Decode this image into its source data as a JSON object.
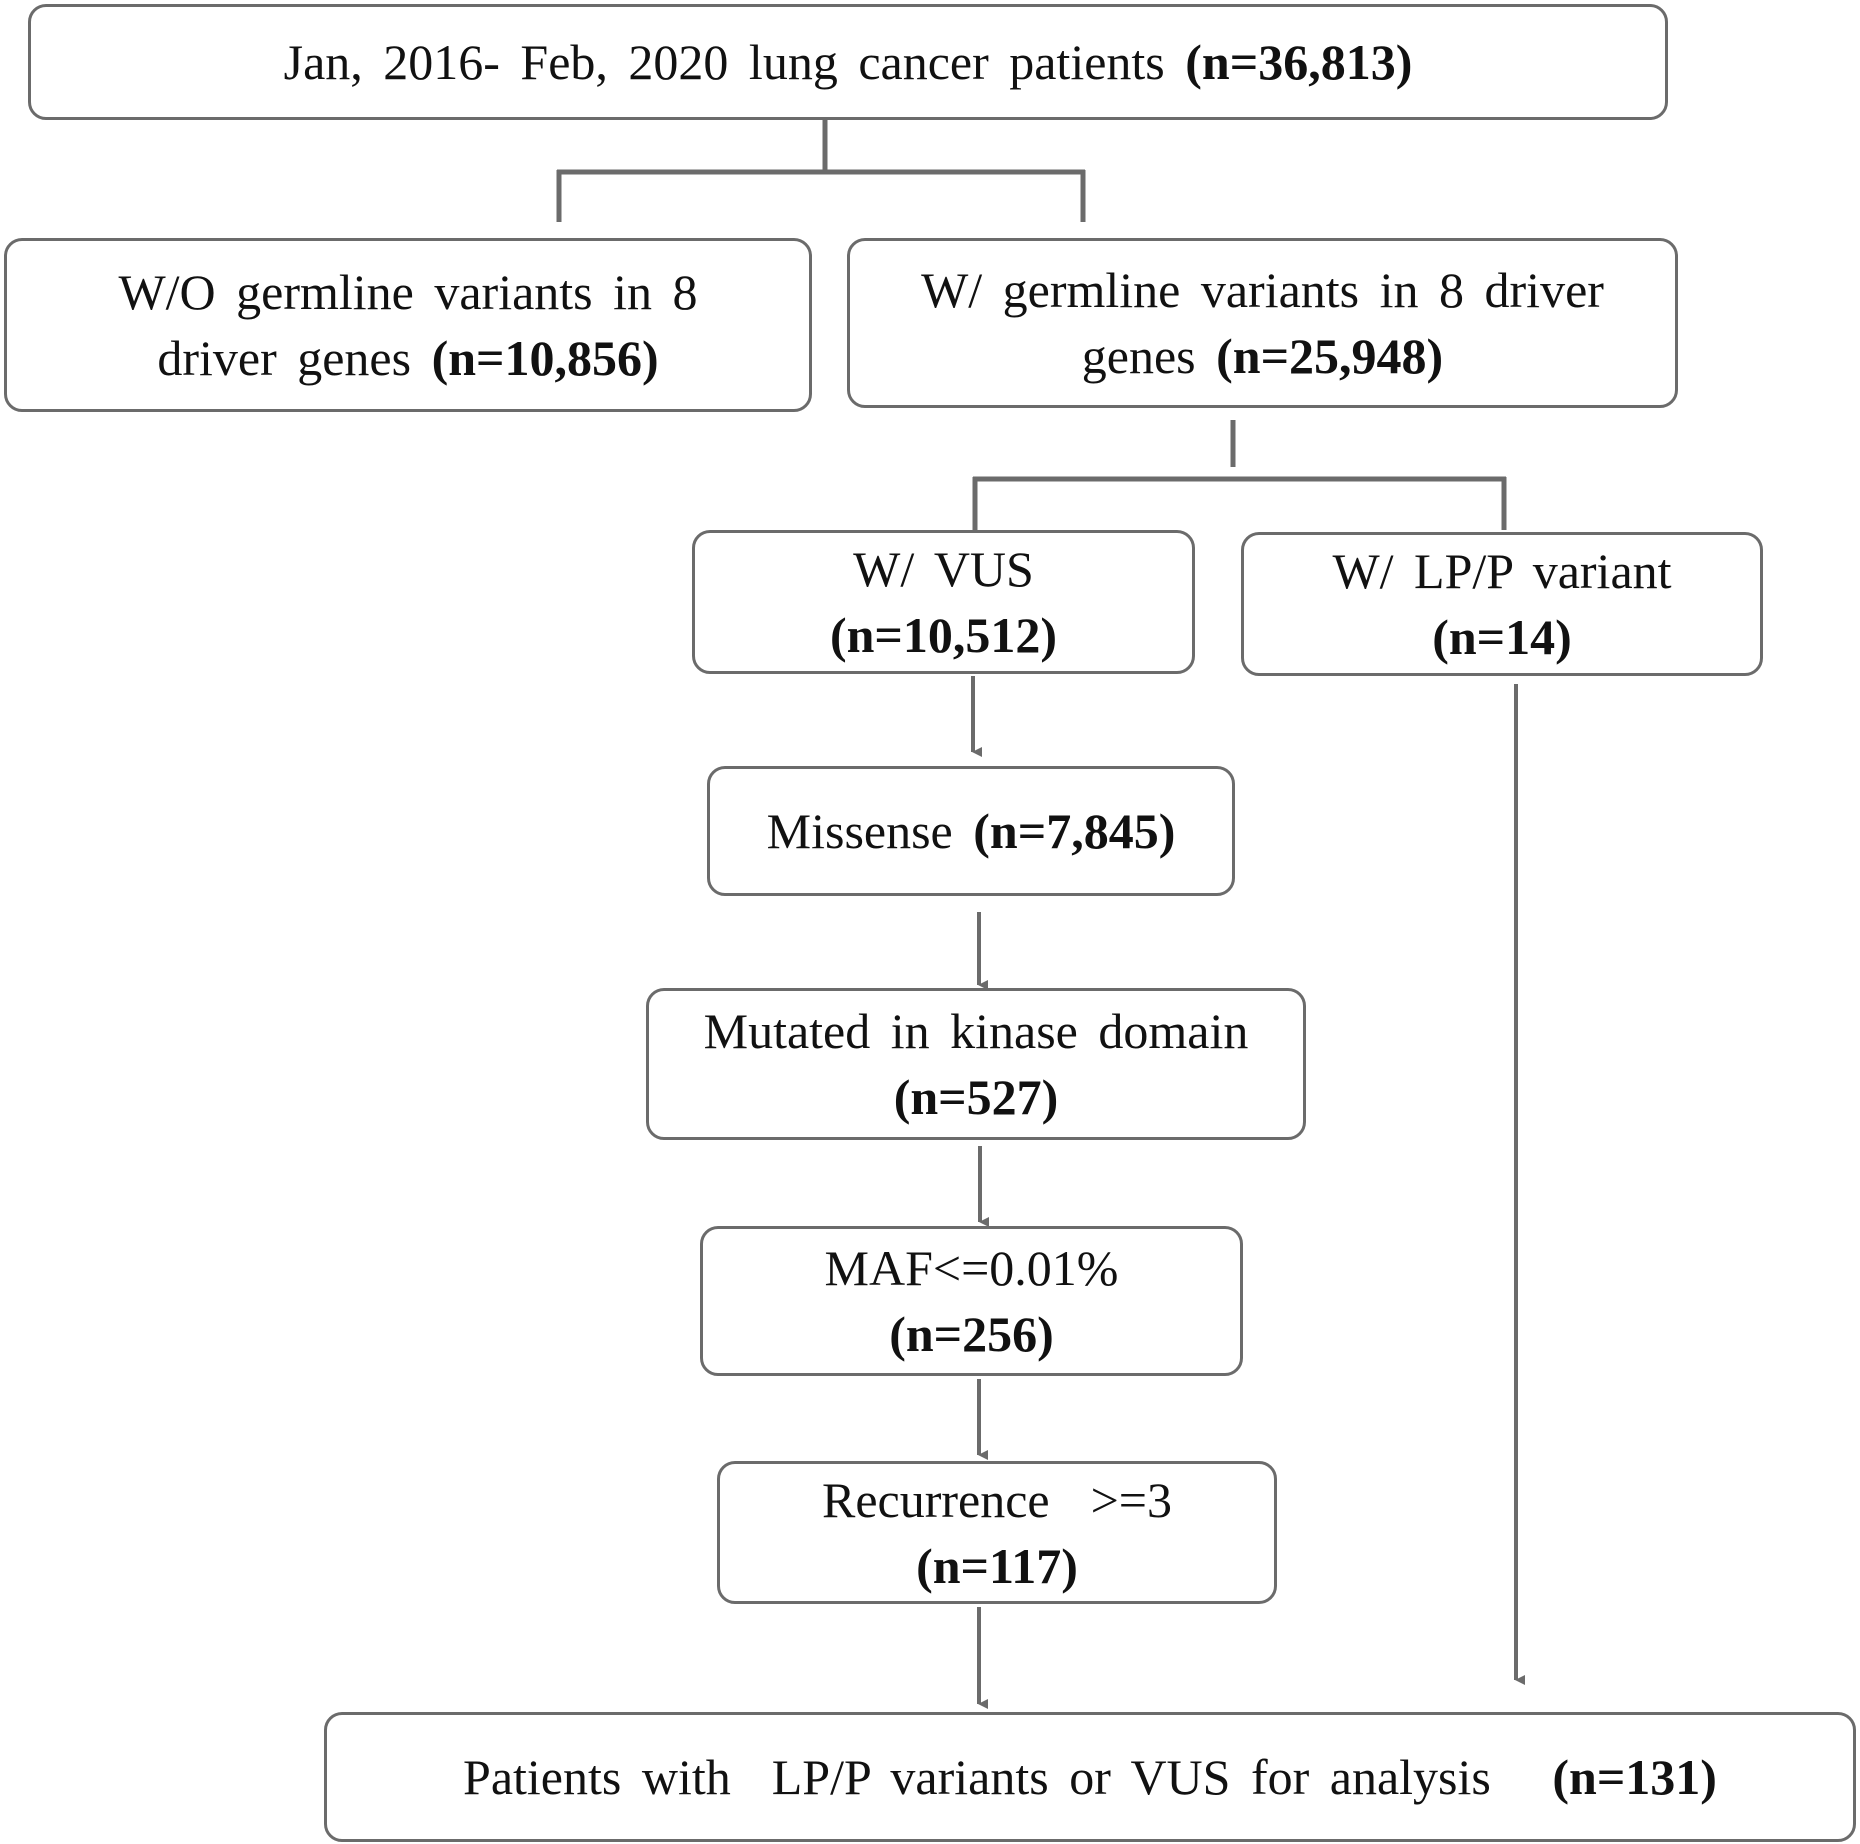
{
  "flowchart": {
    "line_color": "#6b6b6b",
    "boxes": {
      "total": {
        "text": "Jan, 2016- Feb, 2020 lung cancer patients",
        "count": "(n=36,813)"
      },
      "without_germline": {
        "line1": "W/O germline variants in 8",
        "line2": "driver genes",
        "count": "(n=10,856)"
      },
      "with_germline": {
        "line1": "W/ germline variants in 8 driver",
        "line2": "genes",
        "count": "(n=25,948)"
      },
      "vus": {
        "text": "W/ VUS",
        "count": "(n=10,512)"
      },
      "lp_p": {
        "text": "W/ LP/P variant",
        "count": "(n=14)"
      },
      "missense": {
        "text": "Missense",
        "count": "(n=7,845)"
      },
      "kinase": {
        "text": "Mutated in kinase domain",
        "count": "(n=527)"
      },
      "maf": {
        "text": "MAF<=0.01%",
        "count": "(n=256)"
      },
      "recurrence": {
        "text": "Recurrence  >=3",
        "count": "(n=117)"
      },
      "final": {
        "text": "Patients with  LP/P variants or VUS for analysis",
        "count": "(n=131)"
      }
    }
  }
}
